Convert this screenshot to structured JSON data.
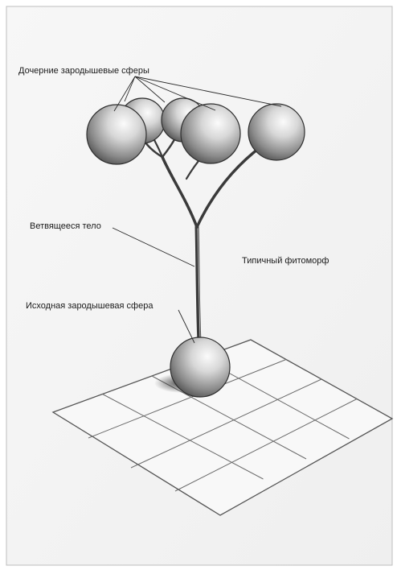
{
  "labels": {
    "daughter_spheres": "Дочерние зародышевые сферы",
    "branching_body": "Ветвящееся тело",
    "typical_phytomorph": "Типичный фитоморф",
    "initial_sphere": "Исходная зародышевая сфера"
  },
  "colors": {
    "paper": "#f4f4f4",
    "pencil_line": "#3a3a3a",
    "sphere_light": "#f2f2f2",
    "sphere_dark": "#555555"
  }
}
